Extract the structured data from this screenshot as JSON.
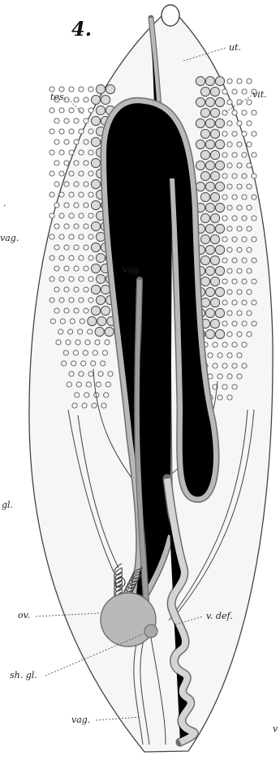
{
  "figure": {
    "number": "4.",
    "labels": {
      "ut": "ut.",
      "tes": "tes.",
      "vit": "vit.",
      "vag_prime": "vag.′",
      "vag_left": "vag.",
      "gl": "gl.",
      "ov": "ov.",
      "v_def": "v. def.",
      "sh_gl": "sh. gl.",
      "vag_bottom": "vag.",
      "stray_dot": ".",
      "stray_v": "v"
    }
  },
  "colors": {
    "background": "#ffffff",
    "body_fill": "#f6f6f6",
    "outline": "#444444",
    "organ_fill": "#b9b9b9",
    "organ_stroke": "#6e6e6e",
    "follicle_fill": "#d9d9d9",
    "follicle_stroke": "#555555",
    "leader": "#555555"
  },
  "icons": {
    "oral_sucker": "circle-icon"
  }
}
